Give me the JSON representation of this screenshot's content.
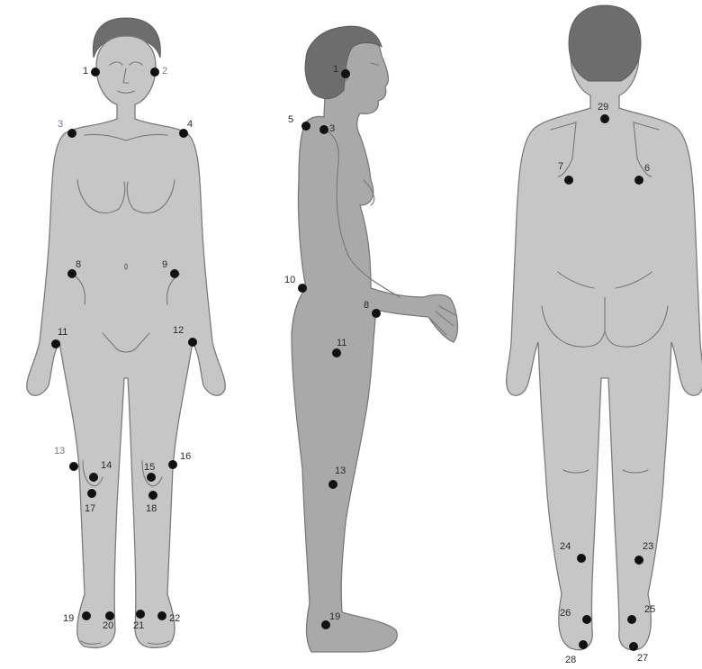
{
  "figure": {
    "views": [
      {
        "name": "front-view",
        "markers": [
          {
            "label": "1"
          },
          {
            "label": "2"
          },
          {
            "label": "3"
          },
          {
            "label": "4"
          },
          {
            "label": "8"
          },
          {
            "label": "9"
          },
          {
            "label": "11"
          },
          {
            "label": "12"
          },
          {
            "label": "13"
          },
          {
            "label": "14"
          },
          {
            "label": "15"
          },
          {
            "label": "16"
          },
          {
            "label": "17"
          },
          {
            "label": "18"
          },
          {
            "label": "19"
          },
          {
            "label": "20"
          },
          {
            "label": "21"
          },
          {
            "label": "22"
          }
        ]
      },
      {
        "name": "side-view",
        "markers": [
          {
            "label": "1"
          },
          {
            "label": "5"
          },
          {
            "label": "3"
          },
          {
            "label": "10"
          },
          {
            "label": "8"
          },
          {
            "label": "11"
          },
          {
            "label": "13"
          },
          {
            "label": "19"
          }
        ]
      },
      {
        "name": "back-view",
        "markers": [
          {
            "label": "29"
          },
          {
            "label": "7"
          },
          {
            "label": "6"
          },
          {
            "label": "24"
          },
          {
            "label": "23"
          },
          {
            "label": "26"
          },
          {
            "label": "25"
          },
          {
            "label": "28"
          },
          {
            "label": "27"
          }
        ]
      }
    ]
  }
}
